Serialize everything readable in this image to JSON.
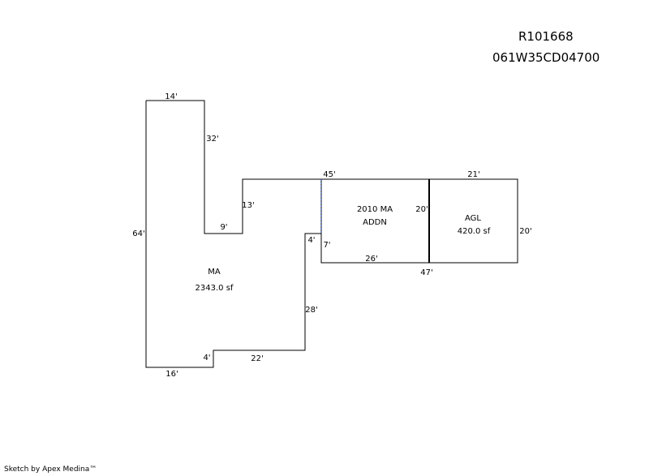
{
  "header": {
    "record_id": "R101668",
    "parcel_id": "061W35CD04700"
  },
  "footer": {
    "credit": "Sketch by Apex Medina™"
  },
  "areas": {
    "ma": {
      "name": "MA",
      "area": "2343.0 sf"
    },
    "addn": {
      "line1": "2010 MA",
      "line2": "ADDN"
    },
    "agl": {
      "name": "AGL",
      "area": "420.0 sf"
    }
  },
  "dimensions": {
    "ma_top": "14'",
    "ma_upper_right": "32'",
    "ma_notch_bottom": "9'",
    "ma_notch_rise": "13'",
    "ma_left": "64'",
    "ma_step": "4'",
    "ma_lower_right": "28'",
    "ma_bottom_right": "22'",
    "ma_bottom_step": "4'",
    "ma_bottom": "16'",
    "addn_top": "45'",
    "addn_left": "7'",
    "addn_bottom": "26'",
    "addn_right": "20'",
    "agl_top": "21'",
    "agl_right": "20'",
    "combined_bottom": "47'"
  }
}
